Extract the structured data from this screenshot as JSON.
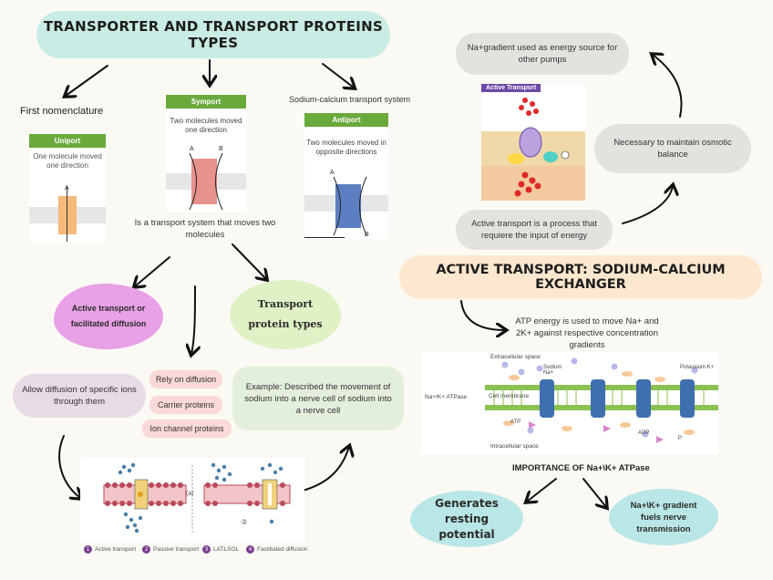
{
  "title": "TRANSPORTER AND TRANSPORT PROTEINS TYPES",
  "first_nomenclature": "First nomenclature",
  "uniport": {
    "header": "Uniport",
    "desc": "One molecule moved one direction",
    "label_a": "A"
  },
  "symport": {
    "header": "Symport",
    "desc": "Two molecules moved one direction",
    "label_a": "A",
    "label_b": "B"
  },
  "sodium_calcium_label": "Sodium-calcium transport system",
  "antiport": {
    "header": "Antiport",
    "desc": "Two molecules moved in opposite directions",
    "label_a": "A",
    "label_b": "B"
  },
  "transport_system_text": "Is a transport system that moves two molecules",
  "active_transport_bubble": "Active transport or facilitated diffusion",
  "transport_protein_types": "Transport protein types",
  "allow_diffusion": "Allow diffusion of  specific ions through them",
  "rely_on_diffusion": "Rely on diffusion",
  "carrier_proteins": "Carrier proteins",
  "ion_channel_proteins": "Ion channel proteins",
  "example_text": "Example: Described the movement of sodium into a nerve cell of sodium into a nerve cell",
  "legend": [
    "Active transport",
    "Passive transport",
    "LATLSOL",
    "Facilitated diffusion"
  ],
  "legend_numbers": [
    "1",
    "2",
    "3",
    "4"
  ],
  "diagram_labels": {
    "label_a": "(a)",
    "label_3": "③"
  },
  "na_gradient": "Na+gradient used as energy source for other pumps",
  "active_transport_img_title": "Active Transport",
  "osmotic_balance": "Necessary to maintain osmotic balance",
  "active_transport_process": "Active transport is a process that requiere the input of energy",
  "title2": "ACTIVE TRANSPORT: SODIUM-CALCIUM EXCHANGER",
  "atp_energy": "ATP energy is used to move Na+ and 2K+ against respective concentration gradients",
  "pump_diagram": {
    "extracellular": "Extracellular space",
    "sodium": "Sodium Na+",
    "potassium": "Potassium K+",
    "cell_membrane": "Cell membrane",
    "atpase": "Na+/K+ ATPase",
    "atp": "ATP",
    "adp": "ADP",
    "p": "P",
    "intracellular": "Intracellular space"
  },
  "importance": "IMPORTANCE OF Na+\\K+ ATPase",
  "resting_potential": "Generates resting potential",
  "nerve_transmission": "Na+\\K+ gradient fuels nerve transmission",
  "colors": {
    "mint": "#c9ece4",
    "peach": "#fde7cf",
    "lilac": "#e8a0e6",
    "lime": "#e0f1c5",
    "pink": "#f9d9d9",
    "header_green": "#6aaa3c"
  }
}
